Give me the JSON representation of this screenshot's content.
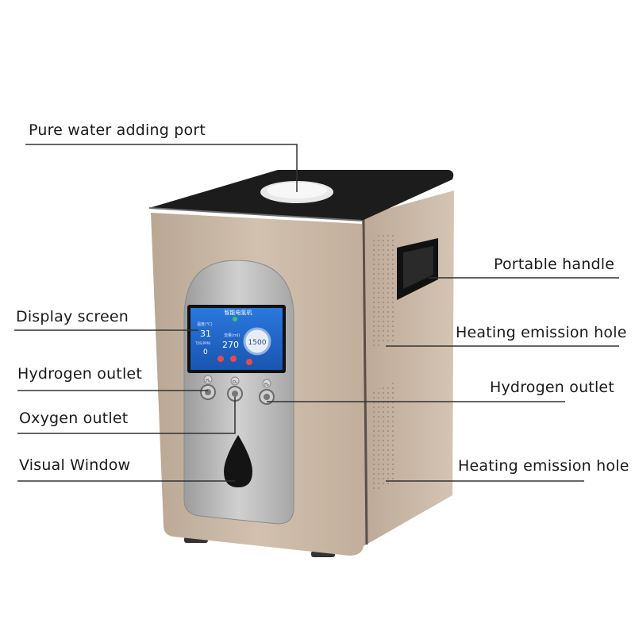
{
  "labels": {
    "pure_water_port": "Pure water adding port",
    "portable_handle": "Portable handle",
    "display_screen": "Display screen",
    "heating_emission_hole_1": "Heating emission hole",
    "hydrogen_outlet_left": "Hydrogen outlet",
    "hydrogen_outlet_right": "Hydrogen outlet",
    "oxygen_outlet": "Oxygen outlet",
    "visual_window": "Visual Window",
    "heating_emission_hole_2": "Heating emission hole"
  },
  "screen": {
    "title": "智能电氢机",
    "temp_label": "温度(℃)",
    "temp_value": "31",
    "flow_label": "流量(ml)",
    "flow_value": "270",
    "aux_label": "TDS(PPM)",
    "aux_value": "0",
    "gauge_value": "1500"
  },
  "ports": {
    "left": "H₂",
    "middle": "O₂",
    "right": "H₂"
  },
  "colors": {
    "body": "#c7b5a3",
    "panel": "#b9b9b9",
    "top": "#1c1c1c",
    "screen_bg": "#1f66c8"
  }
}
